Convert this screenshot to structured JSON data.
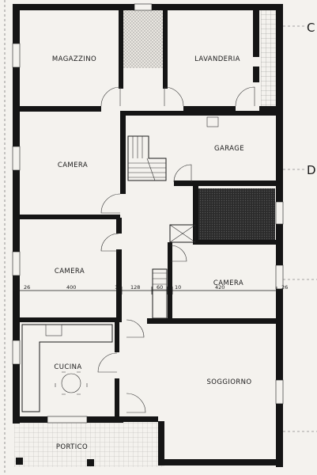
{
  "rooms": {
    "magazzino": "MAGAZZINO",
    "lavanderia": "LAVANDERIA",
    "camera_1": "CAMERA",
    "garage": "GARAGE",
    "camera_2": "CAMERA",
    "camera_3": "CAMERA",
    "cucina": "CUCINA",
    "soggiorno": "SOGGIORNO",
    "portico": "PORTICO"
  },
  "section_marks": {
    "c": "C",
    "d": "D"
  },
  "dimensions": {
    "d26_left": "26",
    "d400": "400",
    "d10_a": "10",
    "d128": "128",
    "d60": "60",
    "d10_b": "10",
    "d420": "420",
    "d26_right": "26"
  }
}
